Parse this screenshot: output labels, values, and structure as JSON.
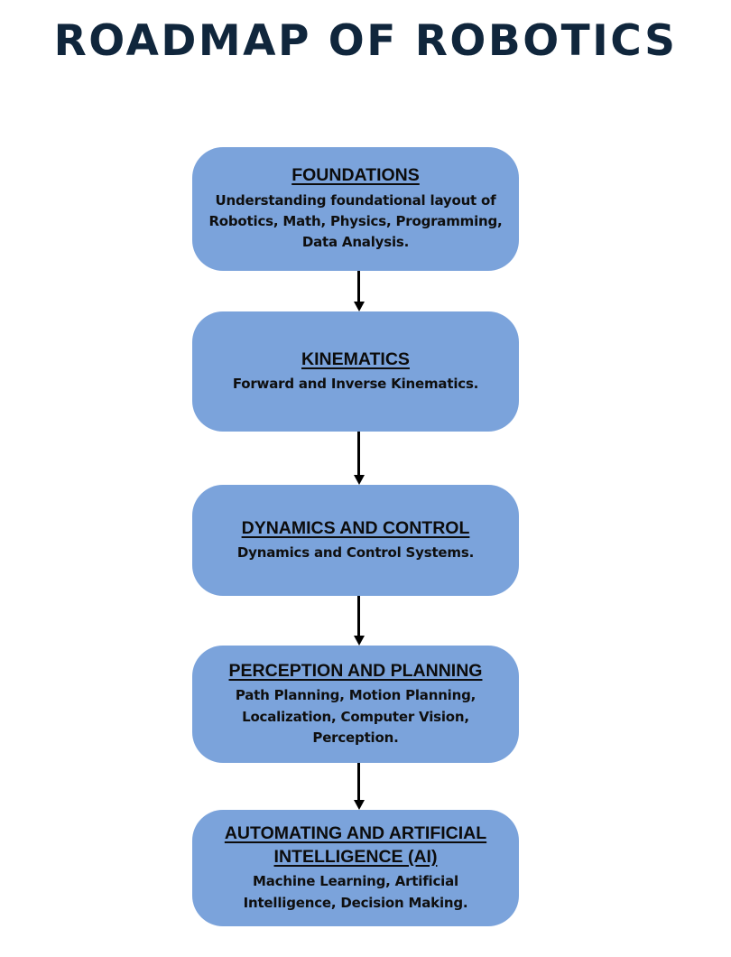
{
  "page": {
    "title": "ROADMAP OF ROBOTICS",
    "background_color": "#ffffff",
    "title_color": "#10263c"
  },
  "diagram": {
    "type": "flowchart",
    "orientation": "vertical",
    "node_fill_color": "#7ba3db",
    "connector_color": "#000000",
    "nodes": [
      {
        "heading": "FOUNDATIONS",
        "body": "Understanding foundational layout of Robotics, Math, Physics, Programming, Data Analysis."
      },
      {
        "heading": "KINEMATICS",
        "body": "Forward and Inverse Kinematics."
      },
      {
        "heading": "DYNAMICS AND CONTROL",
        "body": "Dynamics and Control Systems."
      },
      {
        "heading": "PERCEPTION AND PLANNING",
        "body": "Path Planning, Motion Planning, Localization, Computer Vision, Perception."
      },
      {
        "heading": "AUTOMATING AND ARTIFICIAL INTELLIGENCE (AI)",
        "body": "Machine Learning, Artificial Intelligence, Decision Making."
      }
    ],
    "connectors": [
      {
        "from": "FOUNDATIONS",
        "to": "KINEMATICS",
        "icon": "down-arrow-icon"
      },
      {
        "from": "KINEMATICS",
        "to": "DYNAMICS AND CONTROL",
        "icon": "down-arrow-icon"
      },
      {
        "from": "DYNAMICS AND CONTROL",
        "to": "PERCEPTION AND PLANNING",
        "icon": "down-arrow-icon"
      },
      {
        "from": "PERCEPTION AND PLANNING",
        "to": "AUTOMATING AND ARTIFICIAL INTELLIGENCE (AI)",
        "icon": "down-arrow-icon"
      }
    ]
  }
}
